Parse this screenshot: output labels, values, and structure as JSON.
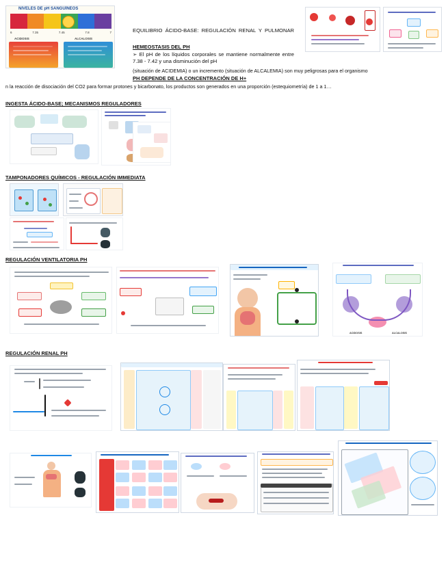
{
  "intro": {
    "title": "EQUILIBRIO ÁCIDO-BASE: REGULACIÓN RENAL Y PULMONAR",
    "homeostasis_heading": "HEMEOSTASIS DEL PH",
    "line_1": "➢ El pH de los líquidos corporales se mantiene normalmente entre 7.38 - 7.42 y una disminución del pH",
    "line_2": "(situación de ACIDEMIA) o un incremento (situación de ALCALEMIA) son muy peligrosas para el organismo",
    "dependency_heading": "PH DEPENDE DE LA CONCENTRACIÓN DE H+",
    "line_3": "n la reacción de disociación del CO2 para formar protones y bicarbonato, los productos son generados en una proporción (estequiometría) de 1 a 1…"
  },
  "ph_scale": {
    "title": "NIVELES DE pH SANGUÍNEOS",
    "ticks": [
      "6",
      "7.35",
      "7.45",
      "7.8",
      "7"
    ],
    "left_label": "ACIDOSIS",
    "right_label": "ALCALOSIS",
    "colors": [
      "#d7263d",
      "#f08a24",
      "#f5c518",
      "#3aa655",
      "#2e6fd8",
      "#6a3fa0"
    ]
  },
  "sections": {
    "ingesta": "INGESTA ÁCIDO-BASE; MECANISMOS REGULADORES",
    "tampones": "TAMPONADORES QUÍMICOS - REGULACIÓN IMMEDIATA",
    "ventilatoria": "REGULACIÓN VENTILATORIA PH",
    "renal": "REGULACIÓN RENAL PH"
  },
  "figure_labels": {
    "acidosis": "ACIDOSIS",
    "alcalosis": "ALCALOSIS"
  }
}
